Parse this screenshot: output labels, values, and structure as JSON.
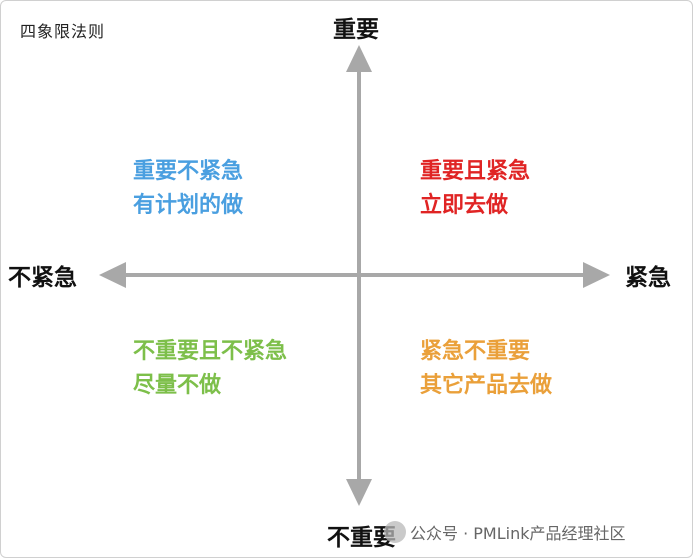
{
  "title": "四象限法则",
  "axes": {
    "top": "重要",
    "bottom": "不重要",
    "left": "不紧急",
    "right": "紧急",
    "color": "#a8a8a8"
  },
  "quadrants": {
    "top_left": {
      "line1": "重要不紧急",
      "line2": "有计划的做",
      "color": "#4a9fe0"
    },
    "top_right": {
      "line1": "重要且紧急",
      "line2": "立即去做",
      "color": "#e02424"
    },
    "bottom_left": {
      "line1": "不重要且不紧急",
      "line2": "尽量不做",
      "color": "#7dbf4a"
    },
    "bottom_right": {
      "line1": "紧急不重要",
      "line2": "其它产品去做",
      "color": "#eaa03a"
    }
  },
  "watermark": {
    "text": "公众号 · PMLink产品经理社区",
    "icon": "wechat-icon"
  }
}
